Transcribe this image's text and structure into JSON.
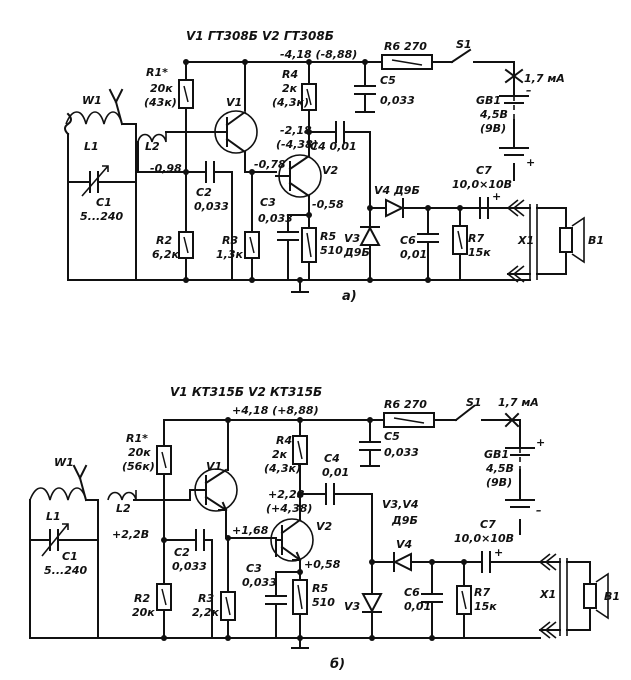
{
  "diagram_a": {
    "caption": "а)",
    "transistors_title": "V1 ГТ308Б   V2 ГТ308Б",
    "supply_voltage": "-4,18 (-8,88)",
    "r6": "R6 270",
    "s1": "S1",
    "current": "1,7 мА",
    "r1": [
      "R1*",
      "20к",
      "(43к)"
    ],
    "r4": [
      "R4",
      "2к",
      "(4,3к)"
    ],
    "c5": [
      "C5",
      "0,033"
    ],
    "gb1": [
      "GB1",
      "4,5В",
      "(9В)"
    ],
    "w1": "W1",
    "l2": "L2",
    "l1": "L1",
    "c1": [
      "C1",
      "5...240"
    ],
    "v1": "V1",
    "v2": "V2",
    "v2_collector": [
      "-2,18",
      "(-4,38)"
    ],
    "c4": "C4 0,01",
    "base_v1": "-0,98",
    "emitter_v1": "-0,78",
    "emitter_v2": "-0,58",
    "c2": [
      "C2",
      "0,033"
    ],
    "c3": [
      "C3",
      "0,033"
    ],
    "c7": [
      "C7",
      "10,0×10В"
    ],
    "v4": "V4 Д9Б",
    "v3": [
      "V3",
      "Д9Б"
    ],
    "c6": [
      "C6",
      "0,01"
    ],
    "r7": [
      "R7",
      "15к"
    ],
    "x1": "X1",
    "b1": "B1",
    "r2": [
      "R2",
      "6,2к"
    ],
    "r3": [
      "R3",
      "1,3к"
    ],
    "r5": [
      "R5",
      "510"
    ]
  },
  "diagram_b": {
    "caption": "б)",
    "transistors_title": "V1 КТ315Б   V2 КТ315Б",
    "supply_voltage": "+4,18 (+8,88)",
    "r6": "R6 270",
    "s1": "S1",
    "current": "1,7 мА",
    "r1": [
      "R1*",
      "20к",
      "(56к)"
    ],
    "r4": [
      "R4",
      "2к",
      "(4,3к)"
    ],
    "c4": [
      "C4",
      "0,01"
    ],
    "c5": [
      "C5",
      "0,033"
    ],
    "gb1": [
      "GB1",
      "4,5В",
      "(9В)"
    ],
    "w1": "W1",
    "l1": "L1",
    "l2": "L2",
    "v1": "V1",
    "v2": "V2",
    "base_v1": "+2,2В",
    "c2": [
      "C2",
      "0,033"
    ],
    "c1": [
      "C1",
      "5...240"
    ],
    "emitter_v1": "+1,68",
    "v2_collector": [
      "+2,28",
      "(+4,38)"
    ],
    "emitter_v2": "+0,58",
    "v34": [
      "V3,V4",
      "Д9Б"
    ],
    "v4": "V4",
    "c7": [
      "C7",
      "10,0×10В"
    ],
    "c3": [
      "C3",
      "0,033"
    ],
    "r2": [
      "R2",
      "20к"
    ],
    "r3": [
      "R3",
      "2,2к"
    ],
    "r5": [
      "R5",
      "510"
    ],
    "v3": "V3",
    "c6": [
      "C6",
      "0,01"
    ],
    "r7": [
      "R7",
      "15к"
    ],
    "x1": "X1",
    "b1": "B1"
  }
}
